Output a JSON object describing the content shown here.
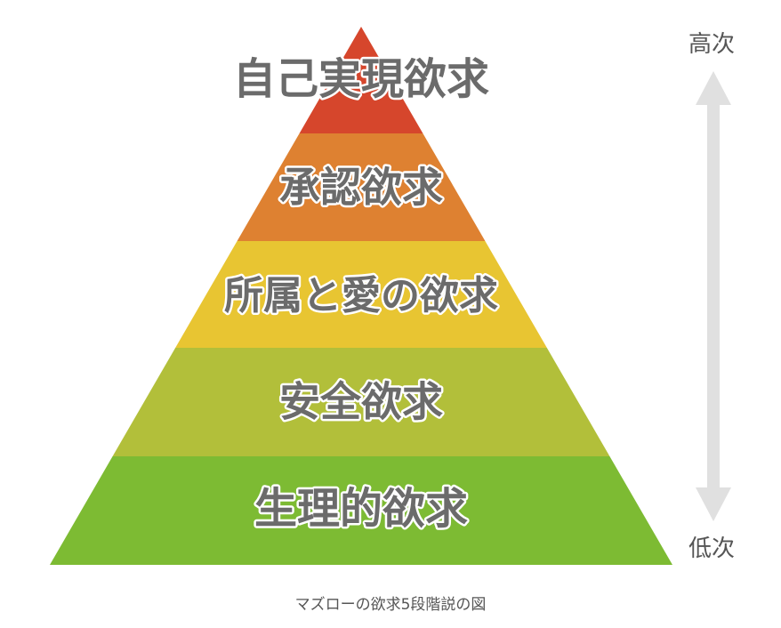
{
  "diagram": {
    "levels": [
      {
        "label": "生理的欲求",
        "color": "#7dbb33"
      },
      {
        "label": "安全欲求",
        "color": "#b2bf3a"
      },
      {
        "label": "所属と愛の欲求",
        "color": "#e8c532"
      },
      {
        "label": "承認欲求",
        "color": "#de8131"
      },
      {
        "label": "自己実現欲求",
        "color": "#d6462c"
      }
    ],
    "axis": {
      "top_label": "高次",
      "bottom_label": "低次",
      "arrow_color": "#e0e0e0"
    }
  },
  "caption": "マズローの欲求5段階説の図"
}
